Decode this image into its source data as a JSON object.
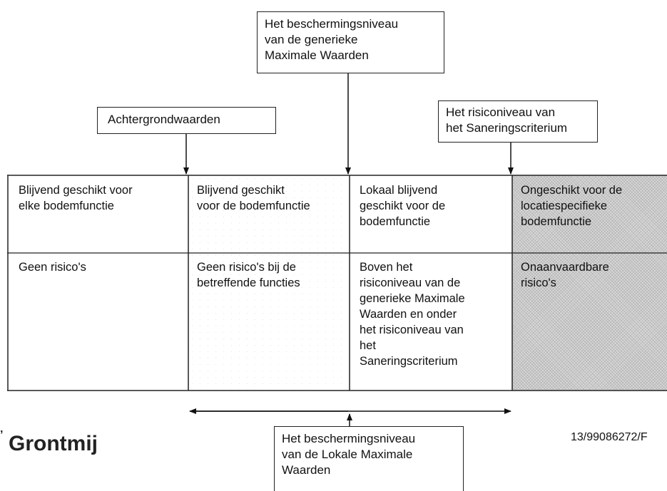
{
  "top_box": {
    "lines": [
      "Het beschermingsniveau",
      "van de generieke",
      "Maximale Waarden"
    ]
  },
  "left_box": {
    "text": "Achtergrondwaarden"
  },
  "right_box": {
    "lines": [
      "Het risiconiveau van",
      "het Saneringscriterium"
    ]
  },
  "table": {
    "row1": [
      [
        "Blijvend geschikt voor",
        "elke bodemfunctie"
      ],
      [
        "Blijvend geschikt",
        "voor de bodemfunctie"
      ],
      [
        "Lokaal blijvend",
        "geschikt voor de",
        "bodemfunctie"
      ],
      [
        "Ongeschikt voor de",
        "locatiespecifieke",
        "bodemfunctie"
      ]
    ],
    "row2": [
      [
        "Geen risico's"
      ],
      [
        "Geen risico's bij de",
        "betreffende functies"
      ],
      [
        "Boven het",
        "risiconiveau van de",
        "generieke Maximale",
        "Waarden en onder",
        "het risiconiveau van",
        "het",
        "Saneringscriterium"
      ],
      [
        "Onaanvaardbare",
        "risico's"
      ]
    ]
  },
  "bottom_box": {
    "lines": [
      "Het beschermingsniveau",
      "van de Lokale Maximale",
      "Waarden"
    ]
  },
  "logo": "Grontmij",
  "reference": "13/99086272/F"
}
